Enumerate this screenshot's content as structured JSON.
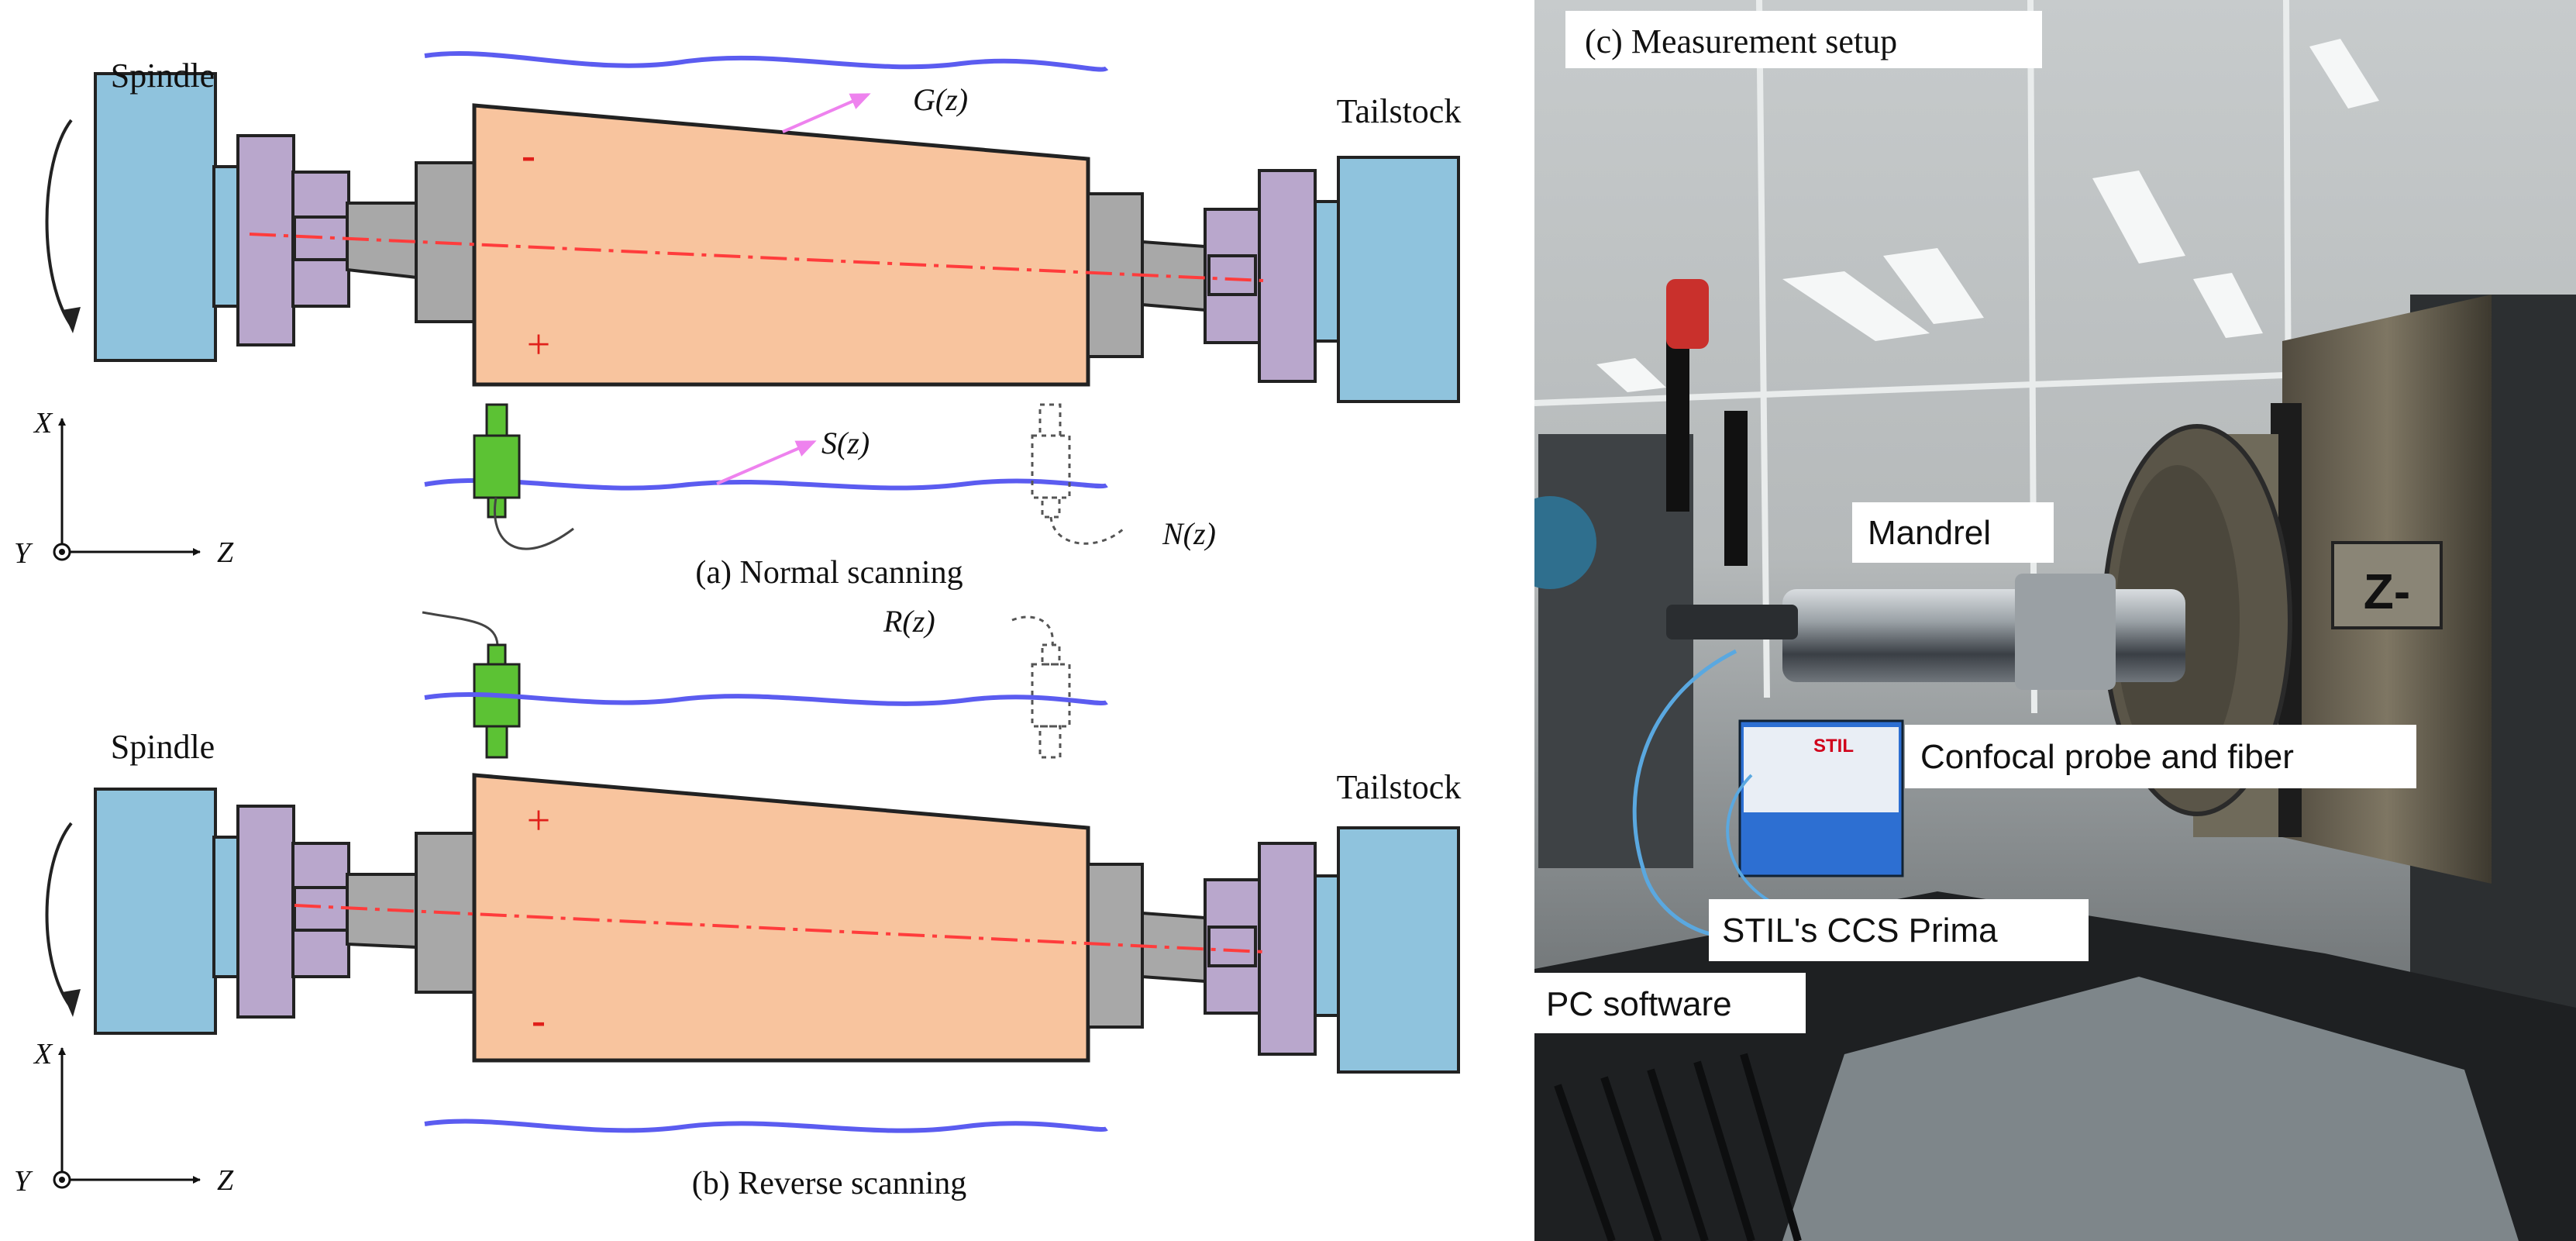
{
  "panel_a": {
    "spindle_label": "Spindle",
    "tailstock_label": "Tailstock",
    "g_label": "G(z)",
    "s_label": "S(z)",
    "n_label": "N(z)",
    "sign_top": "-",
    "sign_bottom": "+",
    "axis_x": "X",
    "axis_y": "Y",
    "axis_z": "Z",
    "caption": "(a) Normal scanning"
  },
  "panel_b": {
    "spindle_label": "Spindle",
    "tailstock_label": "Tailstock",
    "r_label": "R(z)",
    "sign_top": "+",
    "sign_bottom": "-",
    "axis_x": "X",
    "axis_y": "Y",
    "axis_z": "Z",
    "caption": "(b) Reverse scanning"
  },
  "panel_c": {
    "title": "(c) Measurement setup",
    "mandrel_label": "Mandrel",
    "probe_label": "Confocal probe and fiber",
    "controller_label": "STIL's CCS Prima",
    "pc_label": "PC software",
    "plate_text": "Z-",
    "device_brand": "STIL"
  },
  "colors": {
    "spindle_blue": "#8fc3dd",
    "chuck_purple": "#b9a7cc",
    "shaft_gray": "#a8a8a8",
    "workpiece_orange": "#f8c49e",
    "wave_blue": "#5b5cf0",
    "arrow_pink": "#ee82ee",
    "probe_green": "#5cc234",
    "centerline_red": "#ff3c3c"
  }
}
